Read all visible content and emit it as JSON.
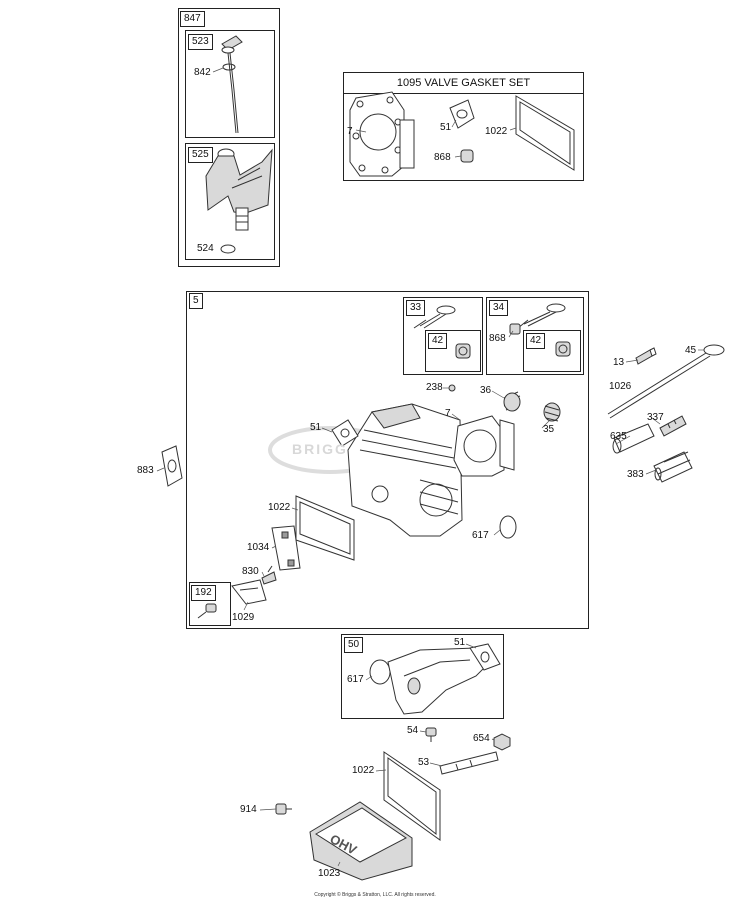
{
  "groups": {
    "dipstick_kit": "847",
    "dipstick": "523",
    "dipstick_tube": "525",
    "valve_gasket_set": "1095 VALVE GASKET SET",
    "cylinder_head": "5",
    "exhaust_valve": "33",
    "intake_valve": "34",
    "keeper_a": "42",
    "keeper_b": "42",
    "screw_kit": "192",
    "intake_manifold": "50"
  },
  "callouts": {
    "c842": "842",
    "c524": "524",
    "vg_7": "7",
    "vg_51": "51",
    "vg_1022": "1022",
    "vg_868": "868",
    "iv_868": "868",
    "c13": "13",
    "c45": "45",
    "c1026": "1026",
    "c337": "337",
    "c635": "635",
    "c383": "383",
    "c238": "238",
    "c36": "36",
    "h_7": "7",
    "c35": "35",
    "h_51": "51",
    "c883": "883",
    "h_1022": "1022",
    "c1034": "1034",
    "c830": "830",
    "c1029": "1029",
    "h_617": "617",
    "m_51": "51",
    "m_617": "617",
    "c54": "54",
    "c654": "654",
    "c53": "53",
    "c_1022": "1022",
    "c914": "914",
    "c1023": "1023"
  },
  "watermark": "BRIGG",
  "cover_logo": "OHV",
  "copyright": "Copyright © Briggs & Stratton, LLC. All rights reserved."
}
